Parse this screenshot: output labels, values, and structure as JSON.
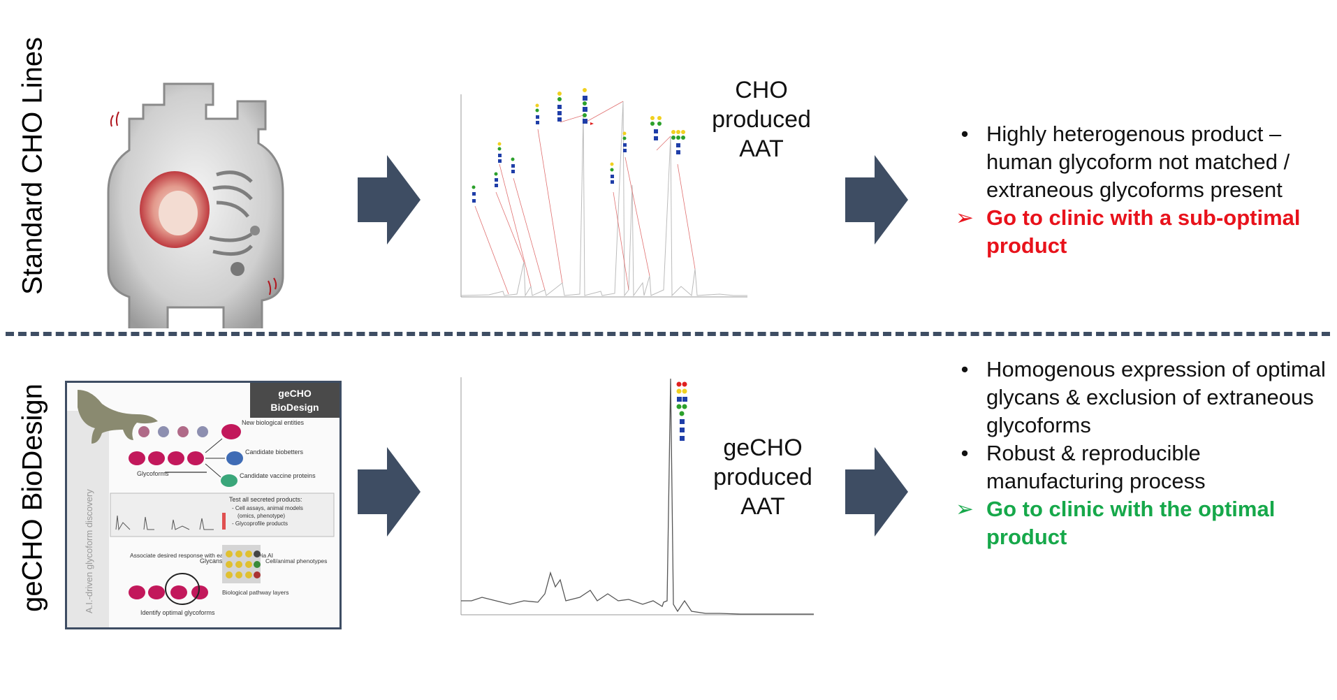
{
  "rows": {
    "top_label": "Standard CHO Lines",
    "bottom_label": "geCHO BioDesign"
  },
  "captions": {
    "top": [
      "CHO",
      "produced",
      "AAT"
    ],
    "bottom": [
      "geCHO",
      "produced",
      "AAT"
    ]
  },
  "top_bullets": [
    {
      "marker": "•",
      "text": "Highly heterogenous product – human glycoform not matched / extraneous glycoforms present",
      "style": "normal"
    },
    {
      "marker": "➢",
      "text": "Go to clinic with a sub-optimal product",
      "style": "red"
    }
  ],
  "bottom_bullets": [
    {
      "marker": "•",
      "text": "Homogenous expression of optimal glycans & exclusion of extraneous glycoforms",
      "style": "normal"
    },
    {
      "marker": "•",
      "text": "Robust & reproducible manufacturing process",
      "style": "normal"
    },
    {
      "marker": "➢",
      "text": "Go to clinic with the optimal product",
      "style": "green"
    }
  ],
  "design_panel": {
    "title_line1": "geCHO",
    "title_line2": "BioDesign",
    "side_text": "A.I.-driven glycoform discovery",
    "new_entities": "New biological entities",
    "biobetters": "Candidate biobetters",
    "vaccine": "Candidate vaccine proteins",
    "glycoforms": "Glycoforms",
    "test_title": "Test all secreted products:",
    "test_items": [
      "- Cell assays, animal models",
      "(omics, phenotype)",
      "- Glycoprofile products"
    ],
    "associate": "Associate desired response with each glycoform via AI",
    "glycans": "Glycans",
    "cell_animal": "Cell/animal phenotypes",
    "pathway": "Biological pathway layers",
    "identify": "Identify optimal glycoforms"
  },
  "colors": {
    "arrow": "#3e4d63",
    "divider": "#3e4d63",
    "red": "#e8121b",
    "green": "#16a84a"
  }
}
